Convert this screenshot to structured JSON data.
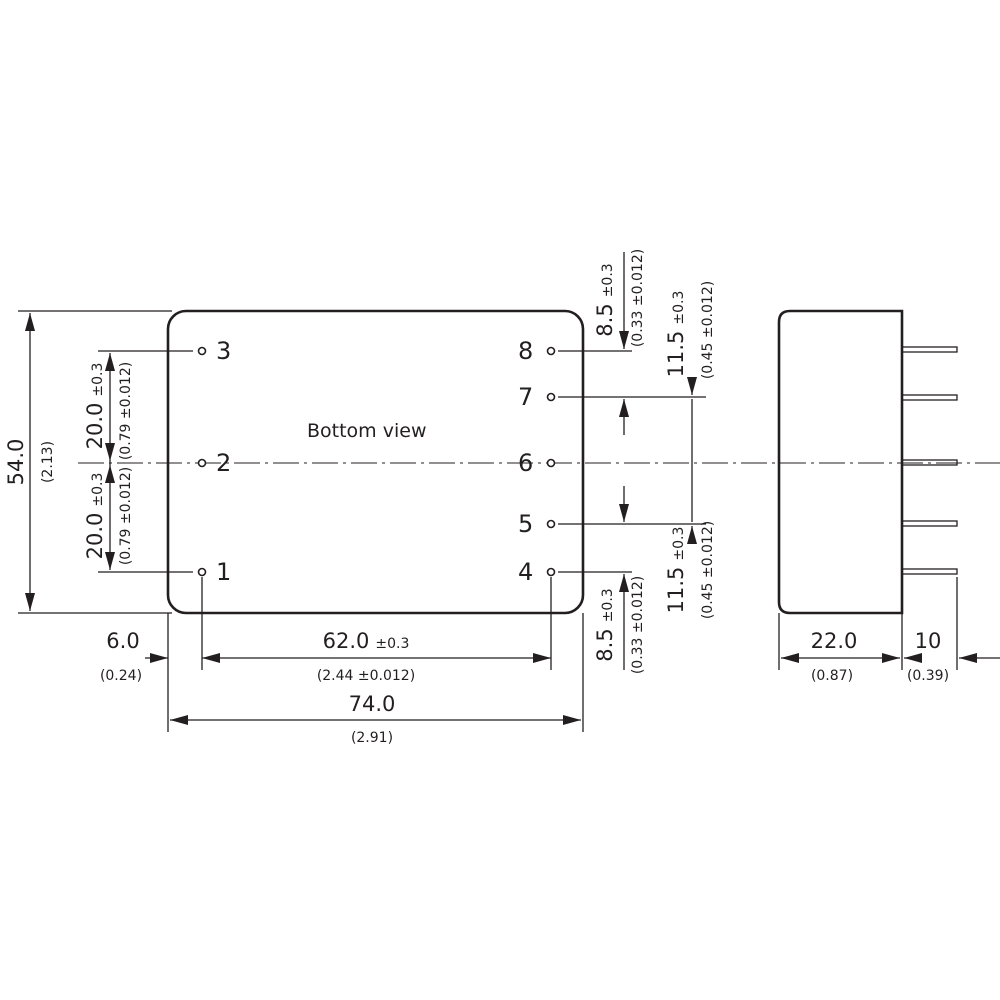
{
  "title": "Bottom view",
  "pins": [
    "1",
    "2",
    "3",
    "4",
    "5",
    "6",
    "7",
    "8"
  ],
  "dim_overall_height": {
    "mm": "54.0",
    "in": "(2.13)"
  },
  "dim_pin_pitch_upper": {
    "mm": "20.0",
    "tol": "±0.3",
    "in": "(0.79 ±0.012)"
  },
  "dim_pin_pitch_lower": {
    "mm": "20.0",
    "tol": "±0.3",
    "in": "(0.79 ±0.012)"
  },
  "dim_edge_offset": {
    "mm": "6.0",
    "in": "(0.24)"
  },
  "dim_pin_span": {
    "mm": "62.0",
    "tol": "±0.3",
    "in": "(2.44 ±0.012)"
  },
  "dim_overall_length": {
    "mm": "74.0",
    "in": "(2.91)"
  },
  "dim_top_pin_spacing": {
    "mm": "8.5",
    "tol": "±0.3",
    "in": "(0.33 ±0.012)"
  },
  "dim_upper_mid_spacing": {
    "mm": "11.5",
    "tol": "±0.3",
    "in": "(0.45 ±0.012)"
  },
  "dim_lower_mid_spacing": {
    "mm": "11.5",
    "tol": "±0.3",
    "in": "(0.45 ±0.012)"
  },
  "dim_bottom_pin_spacing": {
    "mm": "8.5",
    "tol": "±0.3",
    "in": "(0.33 ±0.012)"
  },
  "dim_body_depth": {
    "mm": "22.0",
    "in": "(0.87)"
  },
  "dim_pin_length": {
    "mm": "10",
    "in": "(0.39)"
  }
}
